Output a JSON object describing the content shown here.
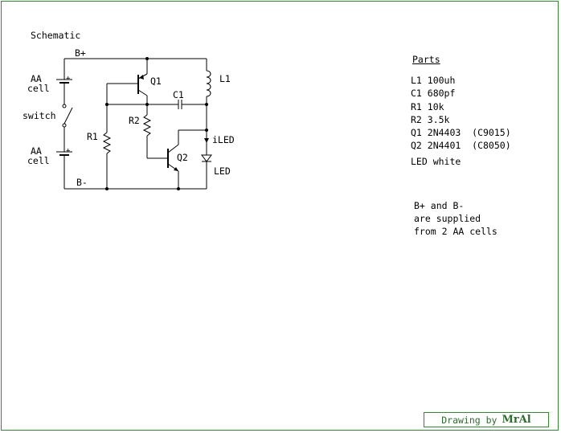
{
  "schematic": {
    "title": "Schematic",
    "labels": {
      "b_plus": "B+",
      "b_minus": "B-",
      "cell_top": [
        "AA",
        "cell"
      ],
      "cell_bottom": [
        "AA",
        "cell"
      ],
      "switch": "switch",
      "r1": "R1",
      "r2": "R2",
      "q1": "Q1",
      "q2": "Q2",
      "c1": "C1",
      "l1": "L1",
      "iled": "iLED",
      "led": "LED"
    }
  },
  "parts": {
    "title": "Parts",
    "items": [
      "L1 100uh",
      "C1 680pf",
      "R1 10k",
      "R2 3.5k",
      "Q1 2N4403  (C9015)",
      "Q2 2N4401  (C8050)"
    ],
    "led_line": "LED white"
  },
  "note": {
    "lines": [
      "B+ and B-",
      "are supplied",
      "from 2 AA cells"
    ]
  },
  "credit": {
    "prefix": "Drawing by",
    "author": "MrAl"
  },
  "colors": {
    "frame": "#2e8b2e",
    "credit_text": "#2e6b2e"
  }
}
